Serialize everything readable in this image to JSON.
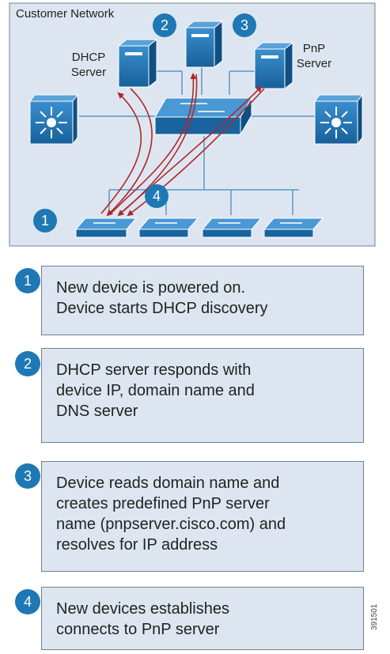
{
  "network": {
    "title": "Customer Network",
    "dhcp_label": "DHCP\nServer",
    "pnp_label": "PnP\nServer",
    "badges": [
      "2",
      "3",
      "4",
      "1"
    ]
  },
  "steps": [
    {
      "number": "1",
      "text": "New device is powered on.\nDevice starts DHCP discovery"
    },
    {
      "number": "2",
      "text": "DHCP server responds with\ndevice IP, domain name and\nDNS server"
    },
    {
      "number": "3",
      "text": "Device reads domain name and\ncreates predefined PnP server\nname (pnpserver.cisco.com) and\nresolves for IP address"
    },
    {
      "number": "4",
      "text": "New devices establishes\nconnects to PnP server"
    }
  ],
  "figure_id": "391501",
  "colors": {
    "network_bg": "#dde6f0",
    "device_blue": "#1e78b4",
    "arrow_red": "#b0282a",
    "link_blue": "#5a97c6"
  }
}
